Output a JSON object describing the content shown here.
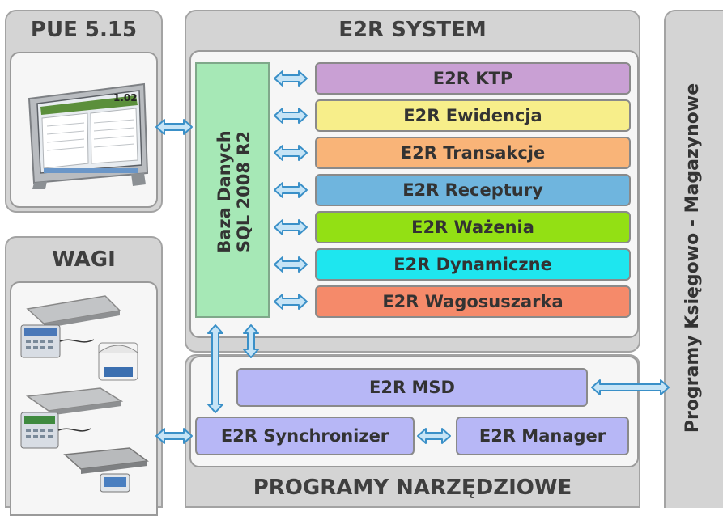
{
  "pue": {
    "title": "PUE 5.15",
    "screen_value": "1.02"
  },
  "wagi": {
    "title": "WAGI"
  },
  "system": {
    "title": "E2R SYSTEM",
    "database": {
      "line1": "Baza Danych",
      "line2": "SQL 2008 R2"
    },
    "modules": [
      {
        "label": "E2R KTP",
        "color": "#c9a0d4"
      },
      {
        "label": "E2R Ewidencja",
        "color": "#f7ee8a"
      },
      {
        "label": "E2R Transakcje",
        "color": "#f9b478"
      },
      {
        "label": "E2R Receptury",
        "color": "#6fb5de"
      },
      {
        "label": "E2R Ważenia",
        "color": "#93e014"
      },
      {
        "label": "E2R Dynamiczne",
        "color": "#1ee6ef"
      },
      {
        "label": "E2R Wagosuszarka",
        "color": "#f58a6a"
      }
    ]
  },
  "tools": {
    "title": "PROGRAMY NARZĘDZIOWE",
    "msd": "E2R MSD",
    "synchronizer": "E2R Synchronizer",
    "manager": "E2R Manager",
    "tool_color": "#b7b7f6"
  },
  "accounting": {
    "label": "Programy Księgowo - Magazynowe"
  },
  "colors": {
    "database": "#a6e8b6",
    "arrow_fill": "#c6e4f6",
    "arrow_stroke": "#3a90c8"
  }
}
